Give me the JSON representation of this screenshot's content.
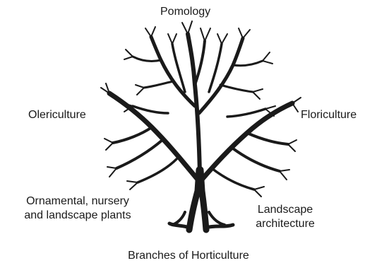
{
  "diagram": {
    "labels": {
      "top": "Pomology",
      "left_upper": "Olericulture",
      "right_upper": "Floriculture",
      "left_lower_line1": "Ornamental, nursery",
      "left_lower_line2": "and landscape plants",
      "right_lower_line1": "Landscape",
      "right_lower_line2": "architecture"
    },
    "caption": "Branches of Horticulture",
    "tree_icon": "tree-illustration",
    "ink_color": "#1a1a1a"
  }
}
